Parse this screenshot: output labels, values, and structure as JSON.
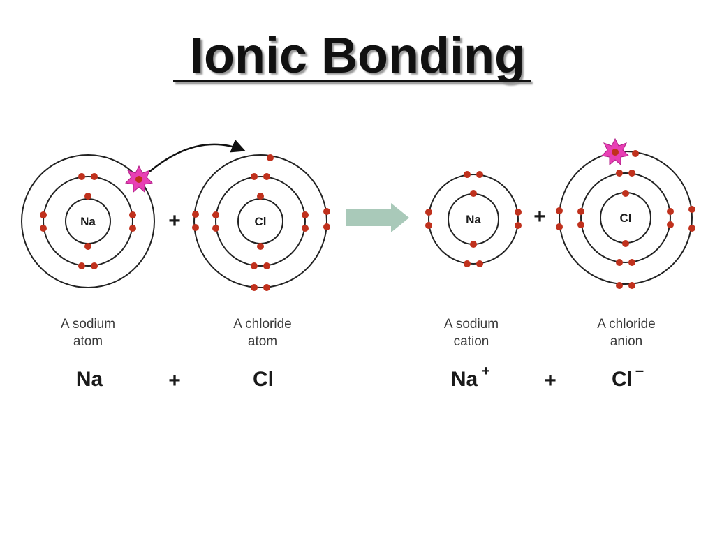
{
  "slide": {
    "title": "Ionic Bonding"
  },
  "atoms": [
    {
      "nucleus": "Na",
      "caption_line1": "A sodium",
      "caption_line2": "atom"
    },
    {
      "nucleus": "Cl",
      "caption_line1": "A chloride",
      "caption_line2": "atom"
    },
    {
      "nucleus": "Na",
      "caption_line1": "A sodium",
      "caption_line2": "cation"
    },
    {
      "nucleus": "Cl",
      "caption_line1": "A chloride",
      "caption_line2": "anion"
    }
  ],
  "diagram_plus": "+",
  "equation": {
    "left_1": "Na",
    "plus_1": "+",
    "left_2": "Cl",
    "right_1": "Na",
    "right_1_charge": "+",
    "plus_2": "+",
    "right_2": "Cl",
    "right_2_charge": "–"
  },
  "colors": {
    "electron": "#c0311d",
    "transferred_electron": "#e83fb4",
    "reaction_arrow": "#a9c9b9",
    "shell": "#222222"
  }
}
